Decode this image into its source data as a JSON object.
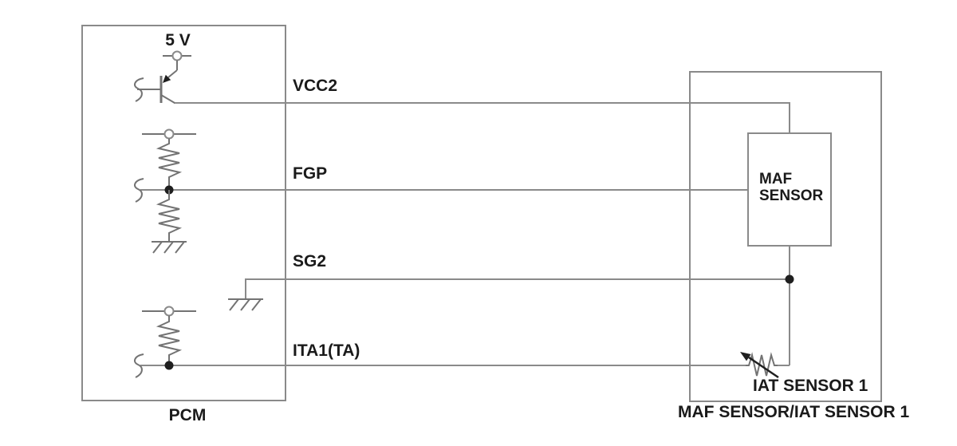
{
  "colors": {
    "background": "#ffffff",
    "wire": "#8a8a8a",
    "symbol": "#737373",
    "text": "#1a1a1a"
  },
  "pcm": {
    "title": "PCM",
    "supply_label": "5 V"
  },
  "pins": {
    "vcc2": "VCC2",
    "fgp": "FGP",
    "sg2": "SG2",
    "ita1": "ITA1(TA)"
  },
  "sensor": {
    "title": "MAF SENSOR/IAT SENSOR 1",
    "maf_label": "MAF\nSENSOR",
    "iat_label": "IAT SENSOR 1"
  }
}
